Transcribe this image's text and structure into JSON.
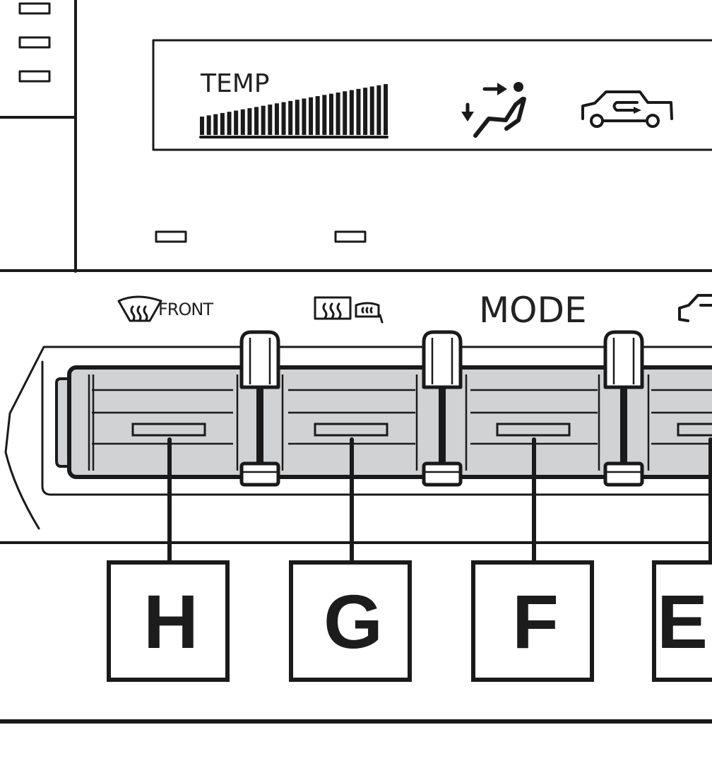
{
  "display": {
    "temp_label": "TEMP",
    "temp_level": 1.0
  },
  "controls": {
    "front_defrost_label": "FRONT",
    "mode_label": "MODE"
  },
  "callouts": {
    "h": "H",
    "g": "G",
    "f": "F",
    "e": "E"
  },
  "colors": {
    "line": "#1a1a1a",
    "slot_fill": "#d1d2d4",
    "background": "#ffffff"
  }
}
